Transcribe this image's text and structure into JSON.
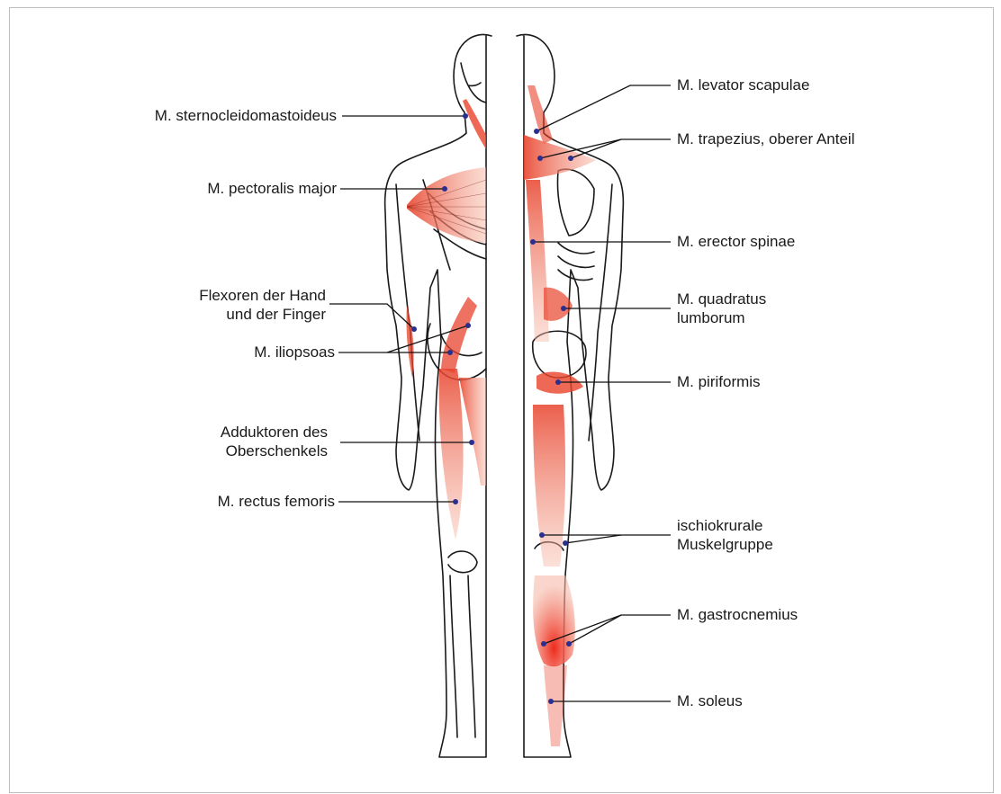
{
  "colors": {
    "muscle": "#e8432c",
    "muscle_light": "#f6b9a8",
    "outline": "#1a1a1a",
    "leader": "#111111",
    "point": "#2a2f8f"
  },
  "labels": {
    "sternocleidomastoideus": "M. sternocleidomastoideus",
    "pectoralis": "M. pectoralis major",
    "flexoren_1": "Flexoren der Hand",
    "flexoren_2": "und der Finger",
    "iliopsoas": "M. iliopsoas",
    "adduktoren_1": "Adduktoren des",
    "adduktoren_2": "Oberschenkels",
    "rectus": "M. rectus femoris",
    "levator": "M. levator scapulae",
    "trapezius": "M. trapezius, oberer Anteil",
    "erector": "M. erector spinae",
    "quadratus_1": "M. quadratus",
    "quadratus_2": "lumborum",
    "piriformis": "M. piriformis",
    "ischio_1": "ischiokrurale",
    "ischio_2": "Muskelgruppe",
    "gastrocnemius": "M. gastrocnemius",
    "soleus": "M. soleus"
  }
}
